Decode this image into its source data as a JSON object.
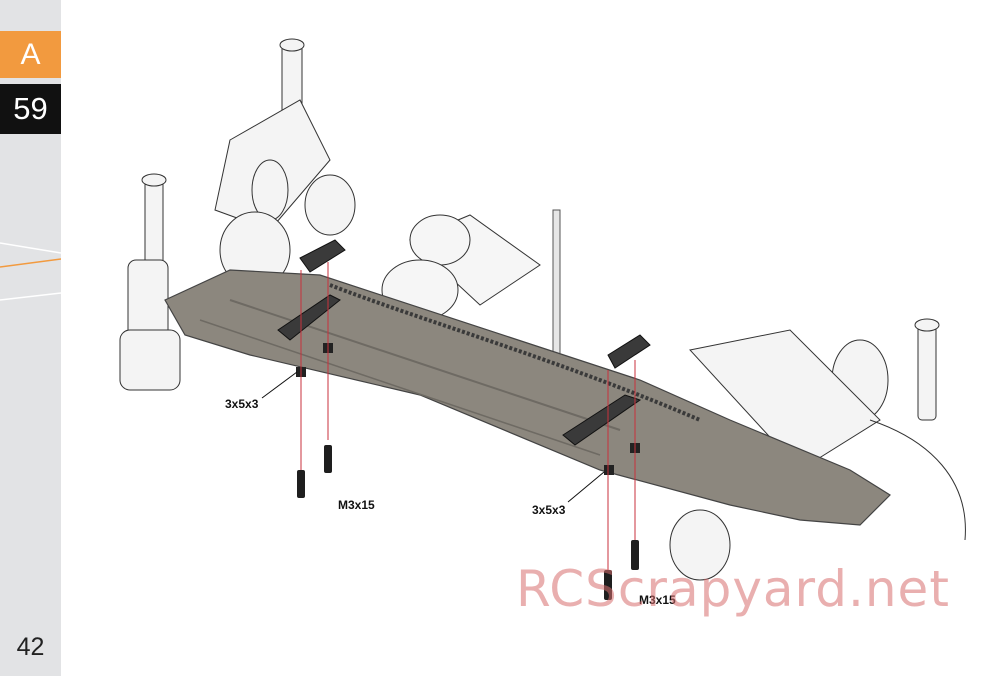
{
  "sidebar": {
    "section_letter": "A",
    "step_number": "59",
    "page_number": "42"
  },
  "labels": {
    "spacer_left": "3x5x3",
    "screw_left": "M3x15",
    "spacer_right": "3x5x3",
    "screw_right": "M3x15"
  },
  "watermark": "RCScrapyard.net",
  "colors": {
    "accent_orange": "#f29a3f",
    "step_black": "#111111",
    "sidebar_gray": "#e2e3e5",
    "chassis_plate": "#8c877e",
    "guide_line_red": "#c8323c"
  }
}
